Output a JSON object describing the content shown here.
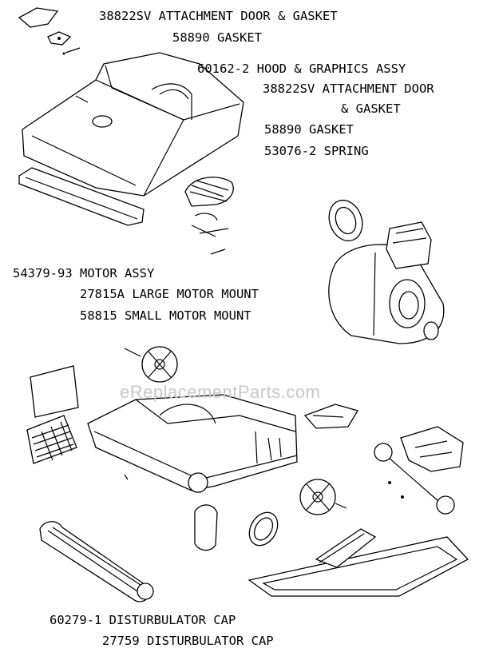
{
  "watermark": "eReplacementParts.com",
  "labels": {
    "l1": "38822SV ATTACHMENT DOOR & GASKET",
    "l2": "58890 GASKET",
    "l3": "60162-2 HOOD & GRAPHICS ASSY",
    "l4a": "38822SV ATTACHMENT DOOR",
    "l4b": "& GASKET",
    "l5": "58890 GASKET",
    "l6": "53076-2 SPRING",
    "l7": "54379-93 MOTOR ASSY",
    "l8": "27815A LARGE MOTOR MOUNT",
    "l9": "58815 SMALL MOTOR MOUNT",
    "l10": "60279-1 DISTURBULATOR CAP",
    "l11": "27759 DISTURBULATOR CAP"
  }
}
